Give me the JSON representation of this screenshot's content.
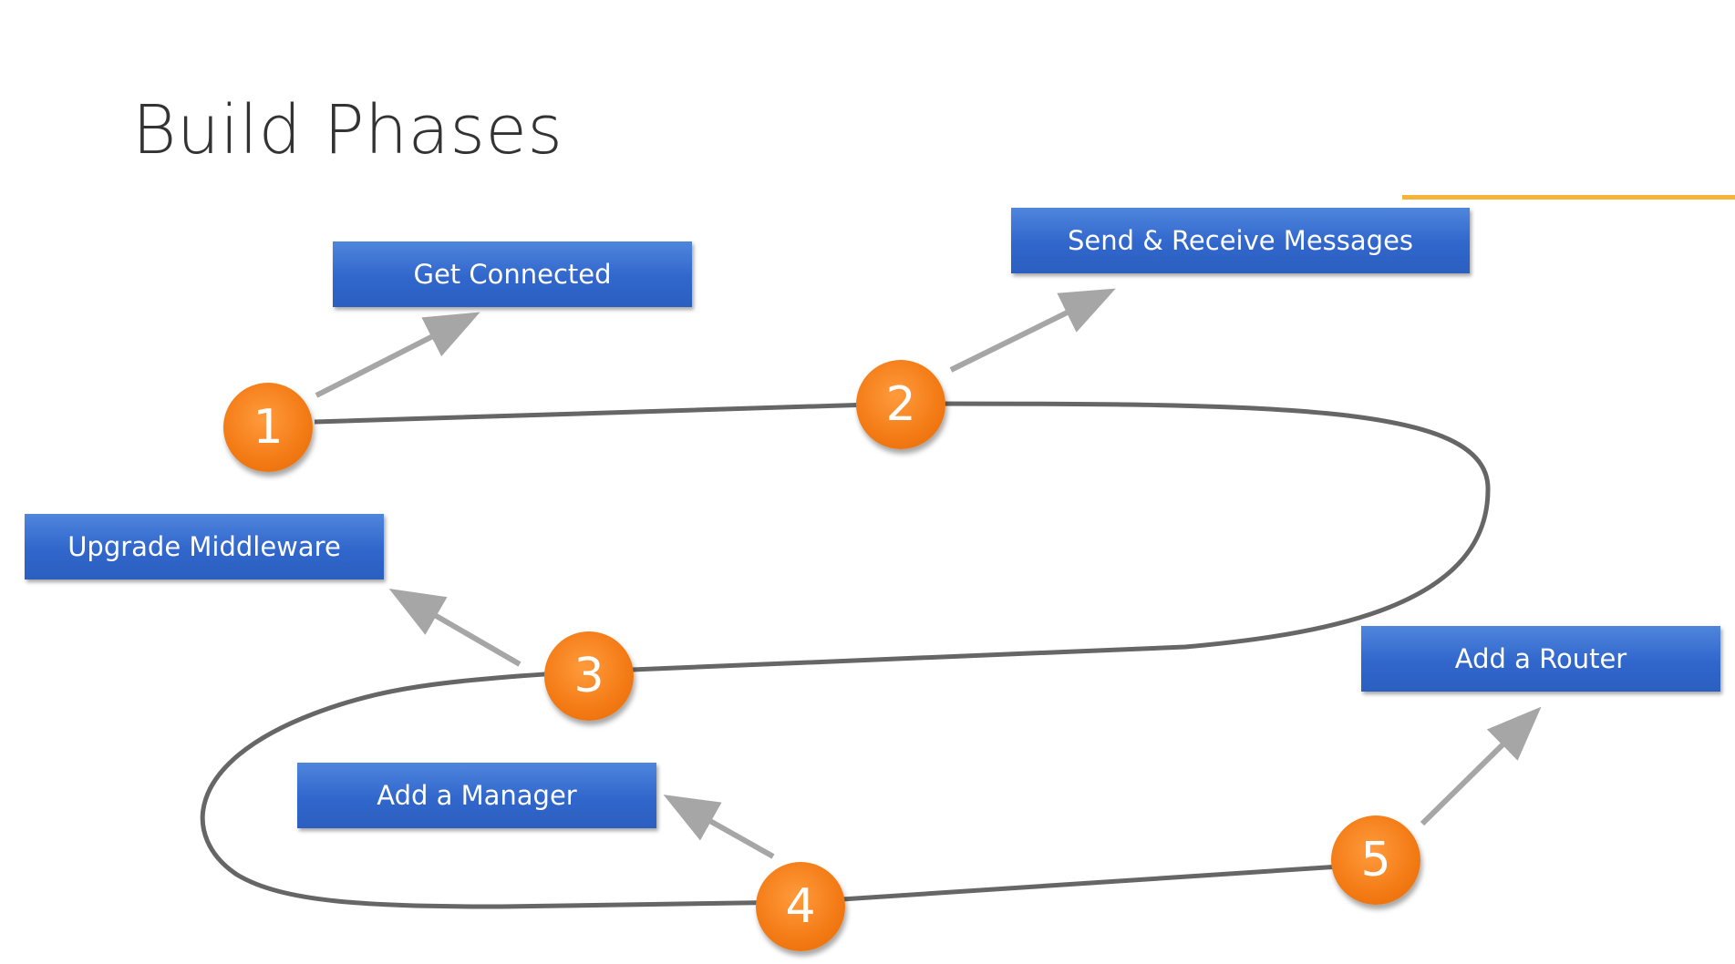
{
  "slide": {
    "title": "Build Phases",
    "accent_color": "#f5b33a"
  },
  "phases": [
    {
      "label": "Get Connected"
    },
    {
      "label": "Send & Receive Messages"
    },
    {
      "label": "Upgrade Middleware"
    },
    {
      "label": "Add a Router"
    },
    {
      "label": "Add a Manager"
    }
  ],
  "steps": [
    {
      "number": "1"
    },
    {
      "number": "2"
    },
    {
      "number": "3"
    },
    {
      "number": "4"
    },
    {
      "number": "5"
    }
  ],
  "colors": {
    "box": "#3166cc",
    "circle": "#f37a14",
    "path": "#666666",
    "arrow": "#a6a6a6"
  }
}
